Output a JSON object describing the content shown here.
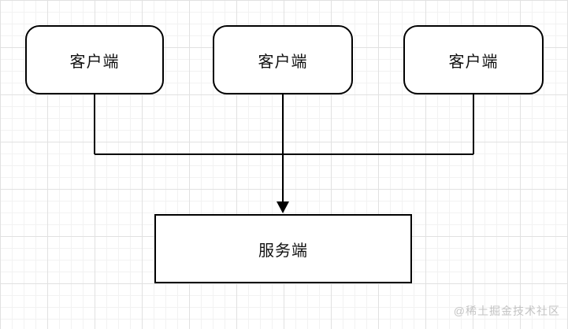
{
  "diagram": {
    "nodes": [
      {
        "id": "client-1",
        "label": "客户端",
        "shape": "rounded-rect"
      },
      {
        "id": "client-2",
        "label": "客户端",
        "shape": "rounded-rect"
      },
      {
        "id": "client-3",
        "label": "客户端",
        "shape": "rounded-rect"
      },
      {
        "id": "server",
        "label": "服务端",
        "shape": "rect"
      }
    ],
    "edges": [
      {
        "from": "client-1",
        "to": "server",
        "arrow": false
      },
      {
        "from": "client-2",
        "to": "server",
        "arrow": true
      },
      {
        "from": "client-3",
        "to": "server",
        "arrow": false
      }
    ],
    "colors": {
      "background": "#ffffff",
      "grid_minor": "#f2f2f2",
      "grid_major": "#e1e1e1",
      "node_fill": "#ffffff",
      "node_border": "#000000",
      "line": "#000000",
      "watermark": "#c3c3c3"
    }
  },
  "watermark": {
    "text": "@稀土掘金技术社区"
  }
}
